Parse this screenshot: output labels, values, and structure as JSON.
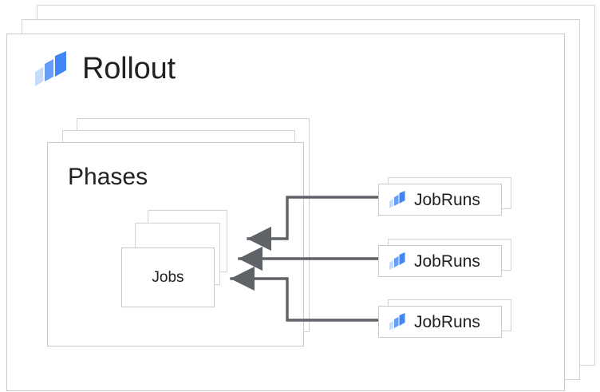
{
  "diagram": {
    "type": "hierarchy-stack-diagram",
    "background_color": "#ffffff",
    "card_border_color": "#c6c8ca",
    "text_color": "#202124",
    "connector_color": "#5f6368",
    "logo_colors": {
      "dark_blue": "#4285f4",
      "mid_blue": "#669df6",
      "light_blue": "#c6dafc"
    }
  },
  "rollout": {
    "title": "Rollout",
    "icon": "rollout-logo-icon",
    "stack_count": 3
  },
  "phases": {
    "title": "Phases",
    "stack_count": 3
  },
  "jobs": {
    "title": "Jobs",
    "stack_count": 3
  },
  "jobruns": [
    {
      "label": "JobRuns",
      "icon": "rollout-logo-icon",
      "stack_count": 2
    },
    {
      "label": "JobRuns",
      "icon": "rollout-logo-icon",
      "stack_count": 2
    },
    {
      "label": "JobRuns",
      "icon": "rollout-logo-icon",
      "stack_count": 2
    }
  ],
  "connectors": [
    {
      "from": "jobrun-1",
      "to": "jobs",
      "style": "orthogonal-arrow"
    },
    {
      "from": "jobrun-2",
      "to": "jobs",
      "style": "straight-arrow"
    },
    {
      "from": "jobrun-3",
      "to": "jobs",
      "style": "orthogonal-arrow"
    }
  ]
}
